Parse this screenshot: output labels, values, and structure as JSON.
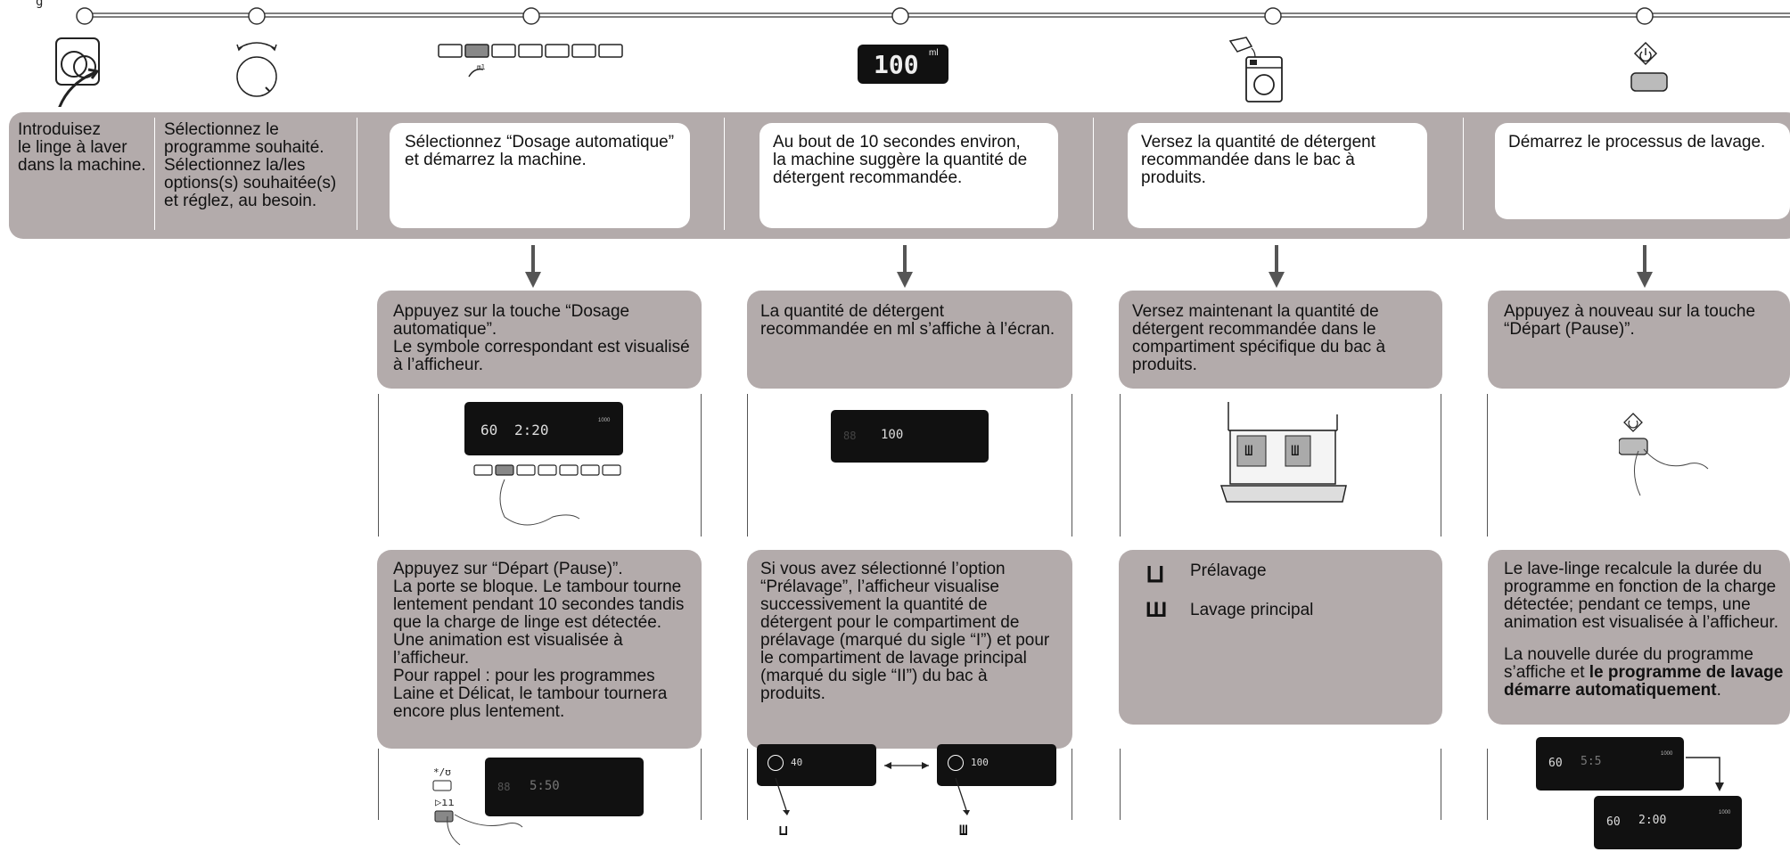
{
  "steps_top": [
    {
      "text": "Introduisez\nle linge à laver\ndans la machine."
    },
    {
      "text": "Sélectionnez le\nprogramme souhaité.\nSélectionnez la/les\noptions(s) souhaitée(s)\net réglez, au besoin."
    },
    {
      "text": "Sélectionnez “Dosage automatique”\net démarrez la machine."
    },
    {
      "text": "Au bout de 10 secondes environ,\nla machine suggère la quantité de\ndétergent recommandée."
    },
    {
      "text": "Versez la quantité de détergent\nrecommandée dans le bac à\nproduits."
    },
    {
      "text": "Démarrez le processus de lavage."
    }
  ],
  "mid_boxes": [
    {
      "text": "Appuyez sur la touche “Dosage\nautomatique”.\nLe symbole correspondant est visualisé\nà l’afficheur."
    },
    {
      "text": "La quantité de détergent\nrecommandée en ml s’affiche à l’écran."
    },
    {
      "text": "Versez maintenant la quantité de\ndétergent recommandée dans le\ncompartiment spécifique du bac à\nproduits."
    },
    {
      "text": "Appuyez à nouveau sur la touche\n“Départ (Pause)”."
    }
  ],
  "low_boxes": [
    {
      "text": "Appuyez sur “Départ (Pause)”.\nLa porte se bloque. Le tambour tourne\nlentement pendant 10 secondes tandis\nque la charge de linge est détectée.\nUne animation est visualisée à l’afficheur.\nPour rappel : pour les programmes\nLaine et Délicat, le tambour tournera\n encore plus lentement."
    },
    {
      "text": "Si vous avez sélectionné l’option\n“Prélavage”, l’afficheur visualise\nsuccessivement la quantité de\ndétergent pour le compartiment de\nprélavage (marqué du sigle “I”) et pour\nle compartiment de lavage principal\n(marqué du sigle “II”) du bac à\nproduits."
    },
    {
      "prewash": "Prélavage",
      "mainwash": "Lavage principal"
    },
    {
      "text": "Le lave-linge recalcule la durée du\nprogramme en fonction de la charge\ndétectée; pendant ce temps, une\nanimation est visualisée à l’afficheur.",
      "text2_a": "La nouvelle durée du programme\ns’affiche et ",
      "text2_bold": "le programme de lavage\ndémarre automatiquement",
      "text2_end": "."
    }
  ],
  "displays": {
    "top_ml": "100",
    "top_ml_unit": "ml",
    "d1_temp": "60",
    "d1_time": "2:20",
    "d2_temp": "88",
    "d2_val": "100",
    "d3_temp": "88",
    "d3_val": "5:50",
    "d4a_val": "40",
    "d4b_val": "100",
    "d5_temp": "60",
    "d5_val": "5:5",
    "d6_temp": "60",
    "d6_val": "2:00",
    "rpm": "1000"
  },
  "colors": {
    "band": "#b3abab",
    "arrow": "#555555",
    "display": "#111111"
  }
}
